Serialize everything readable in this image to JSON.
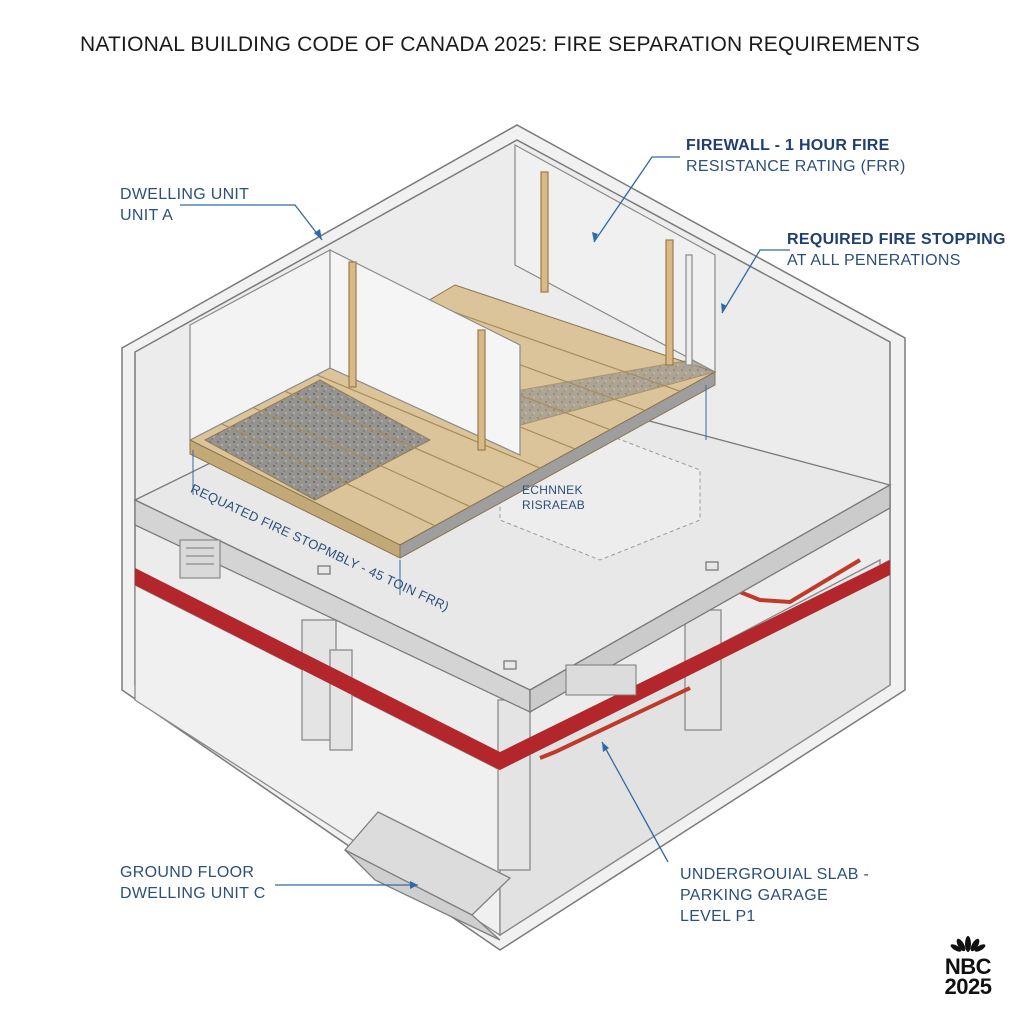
{
  "title": "NATIONAL BUILDING CODE OF CANADA 2025: FIRE SEPARATION REQUIREMENTS",
  "callouts": {
    "firewall": {
      "line1": "FIREWALL - 1 HOUR FIRE",
      "line2": "RESISTANCE RATING (FRR)"
    },
    "fire_stopping": {
      "line1": "REQUIRED FIRE STOPPING",
      "line2": "AT ALL PENERATIONS"
    },
    "dwelling_a": {
      "line1": "DWELLING UNIT",
      "line2": "UNIT A"
    },
    "floor_assembly": {
      "text": "REQUATED FIRE STOPMBLY - 45 TOIN FRR)"
    },
    "technical_box": {
      "line1": "ECHNNEK",
      "line2": "RISRAEAB"
    },
    "ground_floor": {
      "line1": "GROUND FLOOR",
      "line2": "DWELLING UNIT C"
    },
    "underground": {
      "line1": "UNDERGROUIAL SLAB -",
      "line2": "PARKING GARAGE",
      "line3": "LEVEL P1"
    }
  },
  "logo": {
    "line1": "NBC",
    "line2": "2025"
  },
  "colors": {
    "label_blue": "#2c4f7c",
    "leader_blue": "#2f6aa8",
    "fire_red": "#b3262b",
    "wood": "#dcc49a",
    "concrete": "#e7e7e7"
  }
}
